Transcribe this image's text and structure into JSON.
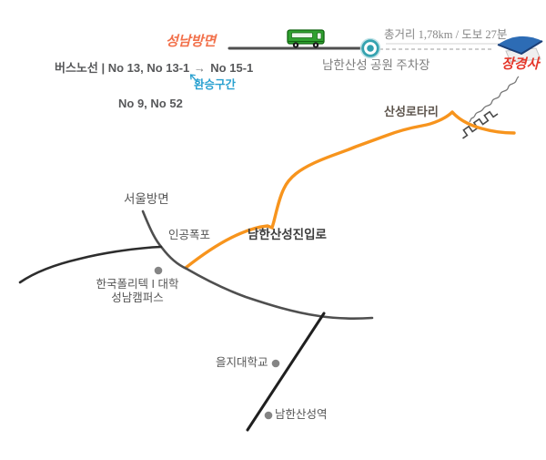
{
  "labels": {
    "seongnam_direction": "성남방면",
    "bus_routes_prefix": "버스노선 | No 13, No 13-1",
    "route_arrow_glyph": "→",
    "bus_routes_transfer_target": "No 15-1",
    "transfer_section": "환승구간",
    "bus_routes_more": "No 9, No 52",
    "distance_info": "총거리 1,78km / 도보 27분",
    "parking": "남한산성 공원 주차장",
    "temple": "장경사",
    "rotary": "산성로타리",
    "seoul_direction": "서울방면",
    "artificial_waterfall": "인공폭포",
    "access_road": "남한산성진입로",
    "polytech_line1": "한국폴리텍 I 대학",
    "polytech_line2": "성남캠퍼스",
    "eulji_university": "을지대학교",
    "station": "남한산성역"
  },
  "icons": {
    "bus": "green-bus-icon",
    "temple": "blue-roof-temple-icon",
    "parking_marker": "teal-circle-marker",
    "fortress_wall": "crenellated-wall-icon",
    "footpath": "squiggle-footpath",
    "transfer_pointer": "up-left-arrow"
  },
  "colors": {
    "road_orange": "#f7941d",
    "road_gray": "#4f4f4f",
    "road_dark": "#2d2d2d",
    "road_black": "#1f1f1f",
    "dashed_line": "#bdbdbd",
    "underline": "#d3d3d3",
    "marker_ring": "#35a3b0",
    "marker_dot": "#2f9fae",
    "poi_dot": "#858585",
    "footpath_gray": "#787878",
    "wall_gray": "#4a4a4a",
    "bus_green": "#2fa12f",
    "bus_outline": "#116311",
    "roof_blue": "#2d6cb5",
    "roof_edge": "#1b3f77",
    "temple_base": "#efefef",
    "temple_base_edge": "#c4c4c4",
    "text_orange": "#f2714b",
    "text_red": "#e5372b",
    "text_blue": "#2aa1d0",
    "text_dark": "#57585a",
    "text_gray": "#868686",
    "pointer_blue": "#2aa1d0"
  }
}
